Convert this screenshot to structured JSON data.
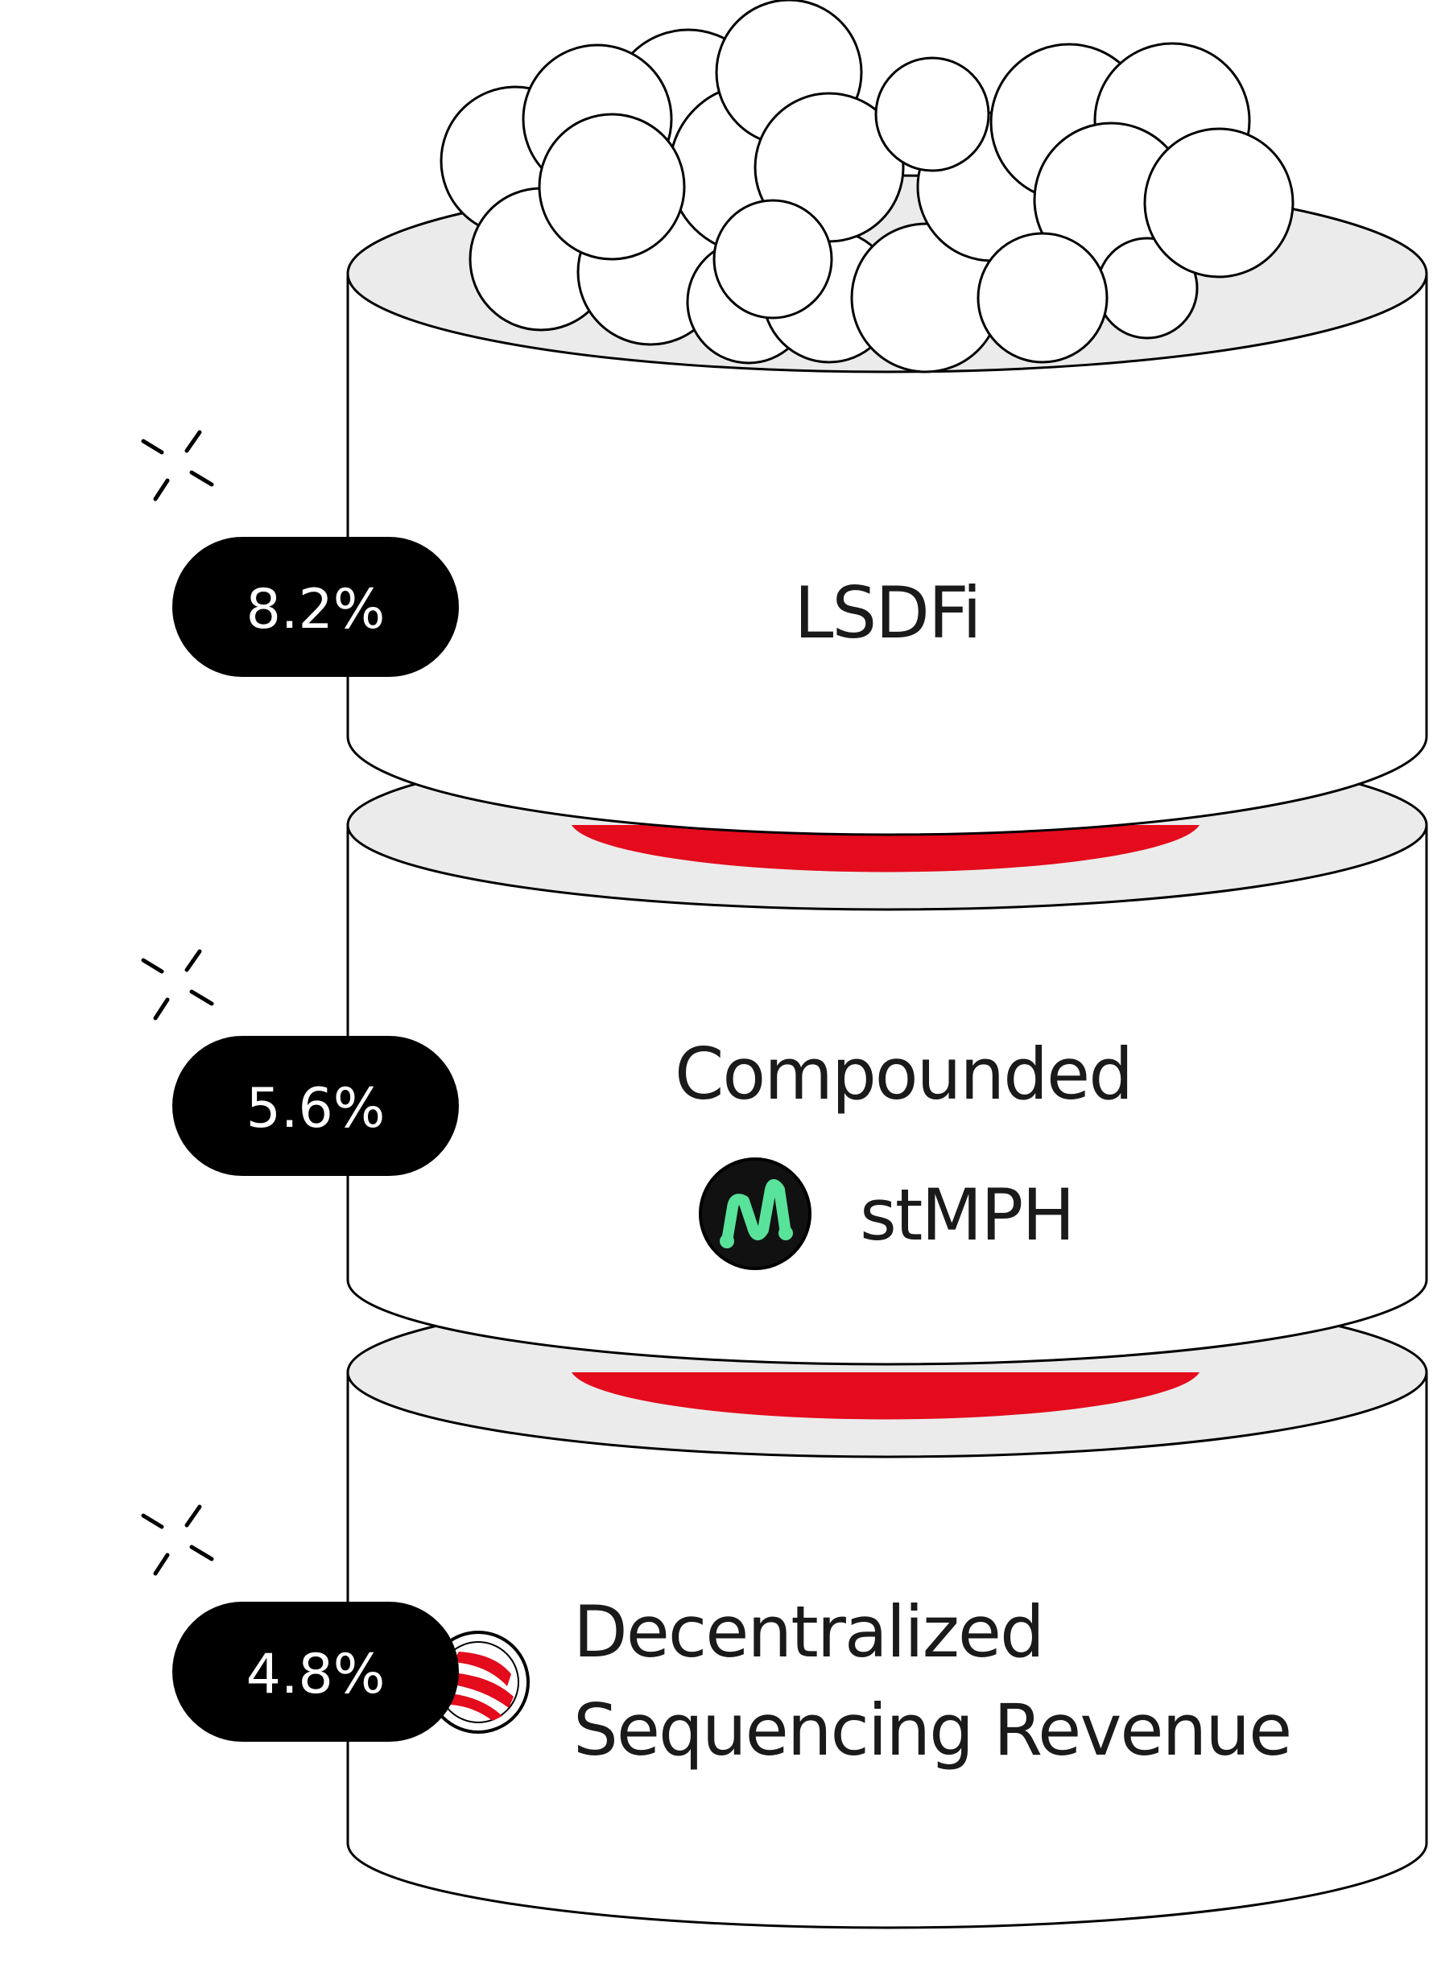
{
  "tiers": [
    {
      "label": "LSDFi",
      "rate": "8.2%"
    },
    {
      "label": "Compounded",
      "token": "stMPH",
      "rate": "5.6%"
    },
    {
      "label_line1": "Decentralized",
      "label_line2": "Sequencing Revenue",
      "rate": "4.8%"
    }
  ],
  "colors": {
    "accent": "#e30b1c",
    "badge": "#000000",
    "cylinder_top": "#ebebeb",
    "outline": "#000000",
    "stmph_logo_bg": "#111111",
    "stmph_logo_mark": "#59e39a"
  },
  "icons": {
    "sparkle": "sparkle-icon",
    "stmph": "stmph-logo-icon",
    "sequencer": "sequencer-logo-icon"
  }
}
